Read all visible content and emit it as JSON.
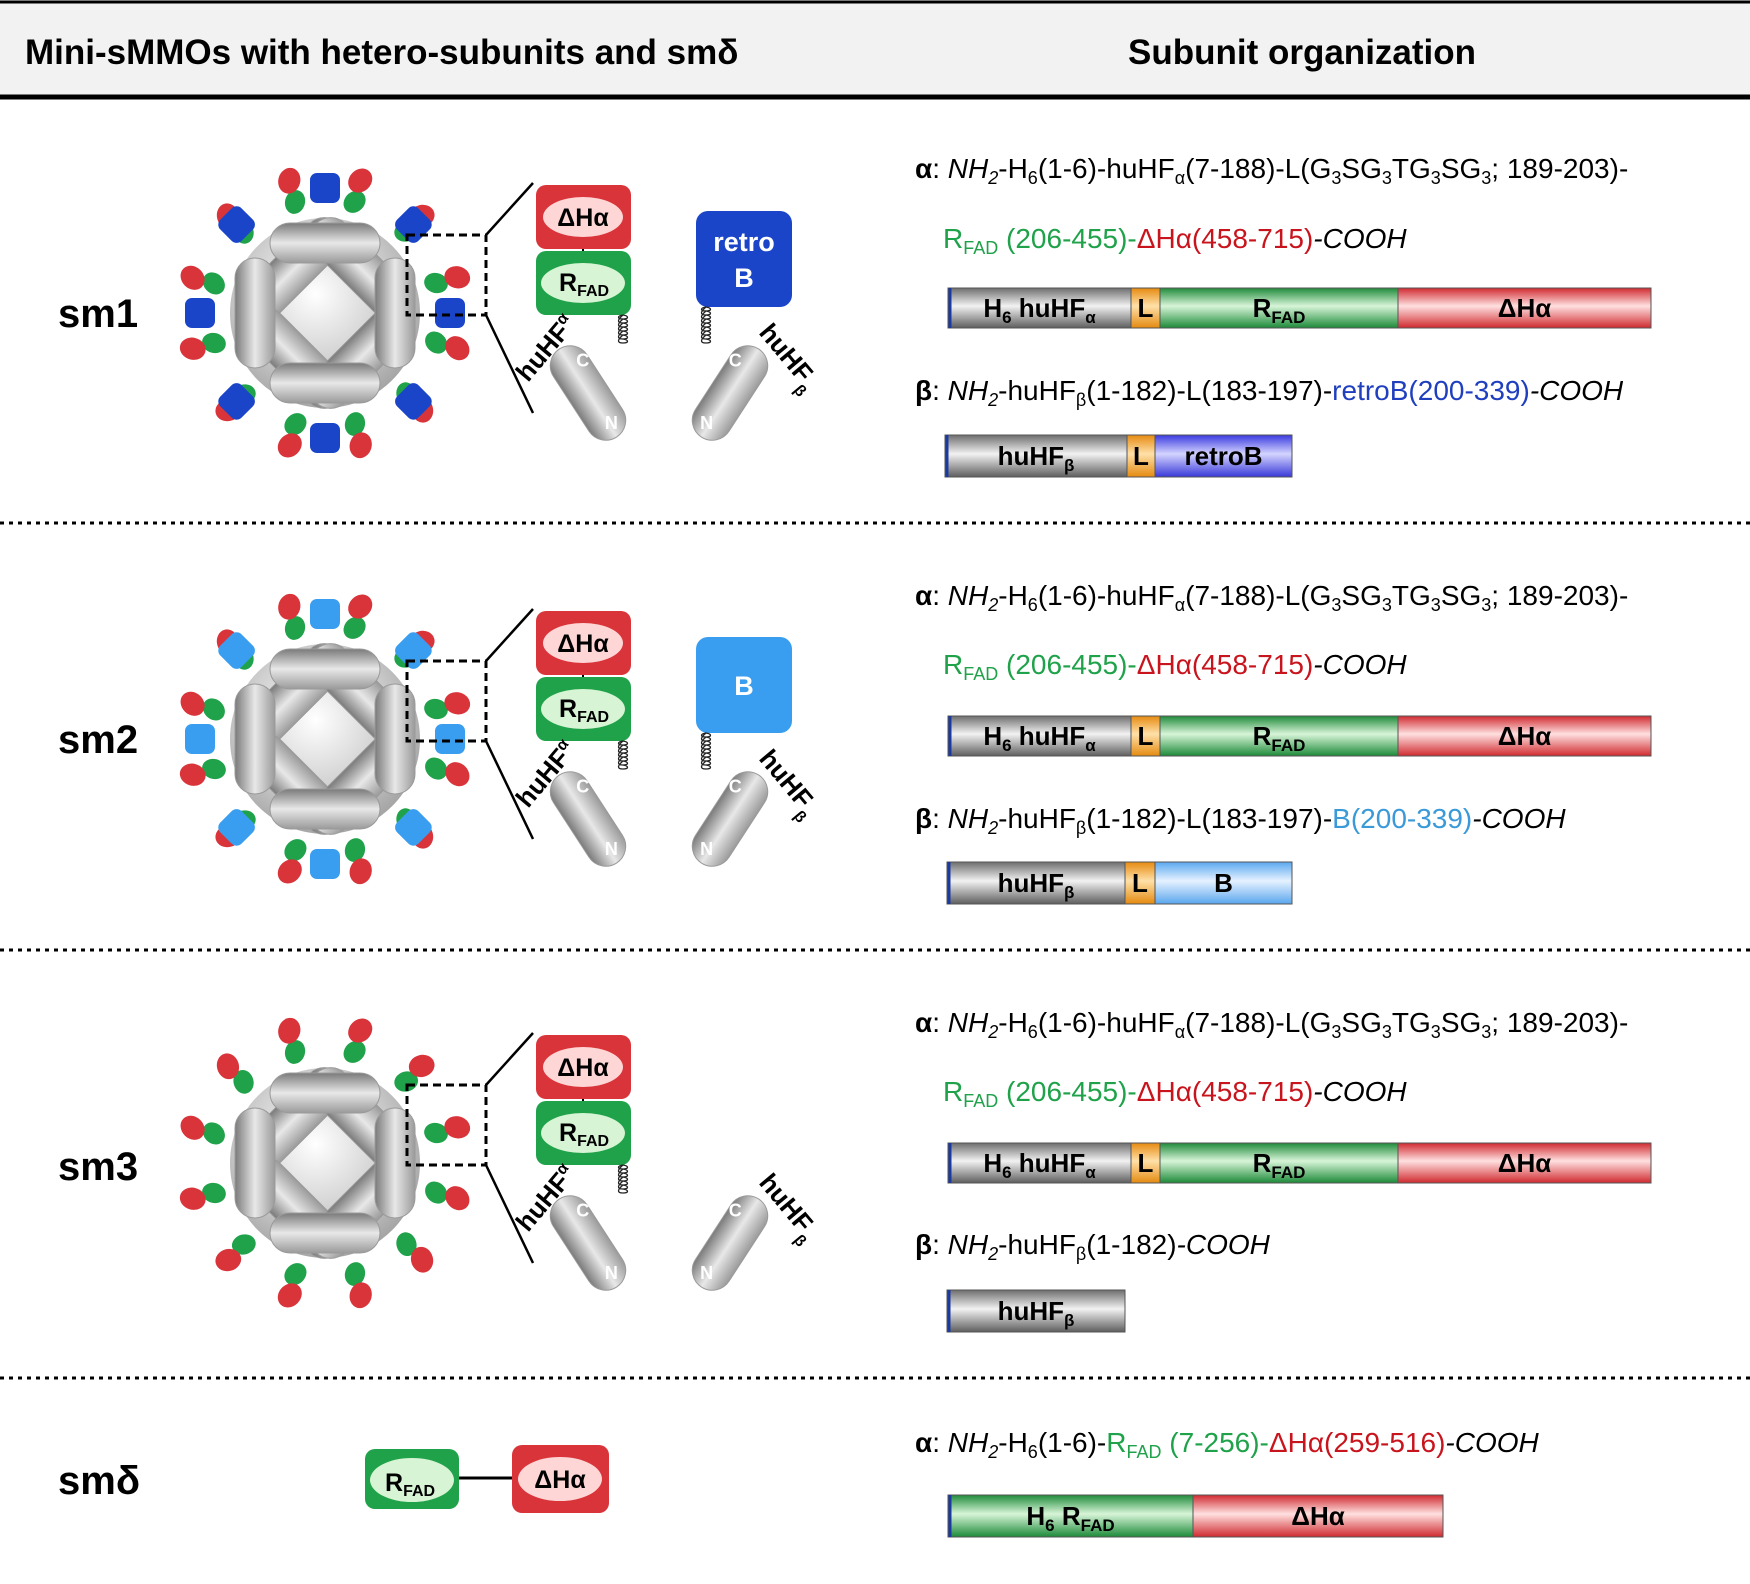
{
  "header": {
    "left_title": "Mini-sMMOs with hetero-subunits and smδ",
    "right_title": "Subunit organization"
  },
  "colors": {
    "rfad_green": "#1fa24a",
    "dha_red": "#d8343a",
    "retroB_blue": "#1a45c8",
    "B_blue": "#3a9ef0",
    "linker_orange": "#f7a52a",
    "huHF_gray": "#a8a8a8",
    "text_retroB": "#1f3fbf",
    "text_B": "#3a9ad9"
  },
  "labels": {
    "dha": "ΔHα",
    "r": "R",
    "fad": "FAD",
    "retro": "retro",
    "b": "B",
    "huhf": "huHF",
    "alpha_sub": "α",
    "beta_sub": "β",
    "c": "C",
    "n": "N",
    "h": "H",
    "six": "6",
    "l": "L",
    "retroB": "retroB"
  },
  "rows": [
    {
      "name": "sm1",
      "alpha": {
        "prefix": "α",
        "line1": {
          "nh2": "NH",
          "nh2_sub": "2",
          "seg1": "-H",
          "seg1_sub": "6",
          "seg2": "(1-6)-huHF",
          "seg2_sub": "α",
          "seg3": "(7-188)-L(G",
          "g1": "3",
          "sg": "SG",
          "g2": "3",
          "tg": "TG",
          "g3": "3",
          "sg2": "SG",
          "g4": "3",
          "tail": "; 189-203)-"
        },
        "line2": {
          "r": "R",
          "fad": "FAD",
          "rrange": " (206-455)-",
          "dha": "ΔHα(458-715)",
          "cooh": "-COOH"
        }
      },
      "beta": {
        "prefix": "β",
        "nh2": "NH",
        "nh2_sub": "2",
        "seg1": "-huHF",
        "seg1_sub": "β",
        "seg2": "(1-182)-L(183-197)-",
        "colored": "retroB(200-339)",
        "cooh": "-COOH"
      }
    },
    {
      "name": "sm2",
      "alpha": {
        "prefix": "α",
        "line1": {
          "nh2": "NH",
          "nh2_sub": "2",
          "seg1": "-H",
          "seg1_sub": "6",
          "seg2": "(1-6)-huHF",
          "seg2_sub": "α",
          "seg3": "(7-188)-L(G",
          "g1": "3",
          "sg": "SG",
          "g2": "3",
          "tg": "TG",
          "g3": "3",
          "sg2": "SG",
          "g4": "3",
          "tail": "; 189-203)-"
        },
        "line2": {
          "r": "R",
          "fad": "FAD",
          "rrange": " (206-455)-",
          "dha": "ΔHα(458-715)",
          "cooh": "-COOH"
        }
      },
      "beta": {
        "prefix": "β",
        "nh2": "NH",
        "nh2_sub": "2",
        "seg1": "-huHF",
        "seg1_sub": "β",
        "seg2": "(1-182)-L(183-197)-",
        "colored": "B(200-339)",
        "cooh": "-COOH"
      }
    },
    {
      "name": "sm3",
      "alpha": {
        "prefix": "α",
        "line1": {
          "nh2": "NH",
          "nh2_sub": "2",
          "seg1": "-H",
          "seg1_sub": "6",
          "seg2": "(1-6)-huHF",
          "seg2_sub": "α",
          "seg3": "(7-188)-L(G",
          "g1": "3",
          "sg": "SG",
          "g2": "3",
          "tg": "TG",
          "g3": "3",
          "sg2": "SG",
          "g4": "3",
          "tail": "; 189-203)-"
        },
        "line2": {
          "r": "R",
          "fad": "FAD",
          "rrange": " (206-455)-",
          "dha": "ΔHα(458-715)",
          "cooh": "-COOH"
        }
      },
      "beta": {
        "prefix": "β",
        "nh2": "NH",
        "nh2_sub": "2",
        "seg1": "-huHF",
        "seg1_sub": "β",
        "seg2": "(1-182)",
        "colored": "",
        "cooh": "-COOH"
      }
    },
    {
      "name": "smδ",
      "alpha": {
        "prefix": "α",
        "nh2": "NH",
        "nh2_sub": "2",
        "seg1": "-H",
        "seg1_sub": "6",
        "seg2": "(1-6)-",
        "r": "R",
        "fad": "FAD",
        "rrange": " (7-256)-",
        "dha": "ΔHα(259-516)",
        "cooh": "-COOH"
      }
    }
  ]
}
